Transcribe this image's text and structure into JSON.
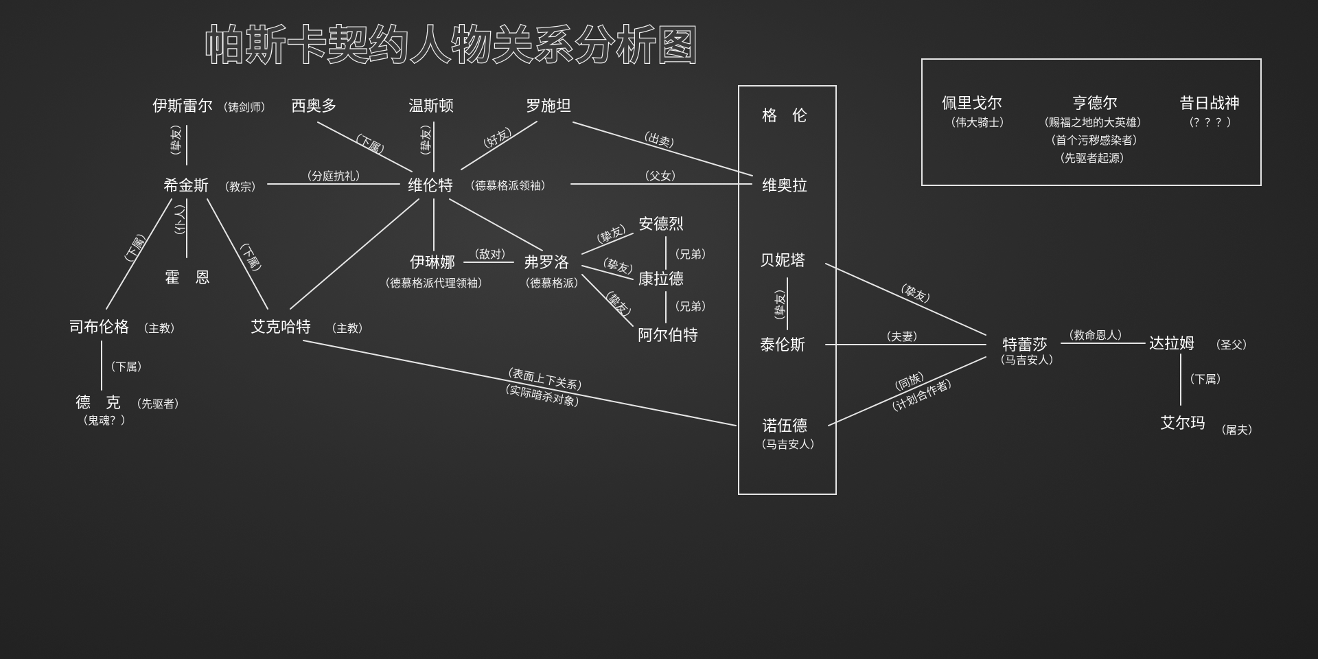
{
  "title": "帕斯卡契约人物关系分析图",
  "characters": {
    "israel": {
      "name": "伊斯雷尔",
      "note": "（铸剑师）"
    },
    "theodore": {
      "name": "西奥多"
    },
    "winston": {
      "name": "温斯顿"
    },
    "roshitan": {
      "name": "罗施坦"
    },
    "hikins": {
      "name": "希金斯",
      "note": "（教宗）"
    },
    "veronte": {
      "name": "维伦特",
      "note": "（德慕格派领袖）"
    },
    "viola": {
      "name": "维奥拉"
    },
    "hoen": {
      "name": "霍　恩"
    },
    "irina": {
      "name": "伊琳娜",
      "note": "（德慕格派代理领袖）"
    },
    "frollo": {
      "name": "弗罗洛",
      "note": "（德慕格派）"
    },
    "andre": {
      "name": "安德烈"
    },
    "conrad": {
      "name": "康拉德"
    },
    "albert": {
      "name": "阿尔伯特"
    },
    "sibronge": {
      "name": "司布伦格",
      "note": "（主教）"
    },
    "ekhart": {
      "name": "艾克哈特",
      "note": "（主教）"
    },
    "deke": {
      "name": "德　克",
      "note": "（先驱者）",
      "note2": "（鬼魂？）"
    },
    "benita": {
      "name": "贝妮塔"
    },
    "terence": {
      "name": "泰伦斯"
    },
    "norwood": {
      "name": "诺伍德",
      "note": "（马吉安人）"
    },
    "theresa": {
      "name": "特蕾莎",
      "note": "（马吉安人）"
    },
    "daram": {
      "name": "达拉姆",
      "note": "（圣父）"
    },
    "elma": {
      "name": "艾尔玛",
      "note": "（屠夫）"
    }
  },
  "groups": {
    "glen": {
      "label": "格　伦"
    }
  },
  "legend": {
    "peregor": {
      "name": "佩里戈尔",
      "note": "（伟大骑士）"
    },
    "hendel": {
      "name": "亨德尔",
      "note1": "（赐福之地的大英雄）",
      "note2": "（首个污秽感染者）",
      "note3": "（先驱者起源）"
    },
    "wargod": {
      "name": "昔日战神",
      "note": "（？？？）"
    }
  },
  "relations": {
    "israel_hikins": "（挚友）",
    "theodore_veronte": "（下属）",
    "winston_veronte": "（挚友）",
    "roshitan_veronte": "（好友）",
    "roshitan_viola": "（出卖）",
    "hikins_veronte": "（分庭抗礼）",
    "veronte_viola": "（父女）",
    "hikins_hoen": "（仆人）",
    "hikins_sibronge": "（下属）",
    "hikins_ekhart": "（下属）",
    "irina_frollo": "（敌对）",
    "frollo_andre": "（挚友）",
    "frollo_conrad": "（挚友）",
    "frollo_albert": "（挚友）",
    "andre_conrad": "（兄弟）",
    "conrad_albert": "（兄弟）",
    "sibronge_deke": "（下属）",
    "ekhart_norwood_1": "（表面上下关系）",
    "ekhart_norwood_2": "（实际暗杀对象）",
    "benita_terence": "（挚友）",
    "benita_theresa": "（挚友）",
    "terence_theresa": "（夫妻）",
    "norwood_theresa_1": "（同族）",
    "norwood_theresa_2": "（计划合作者）",
    "theresa_daram": "（救命恩人）",
    "daram_elma": "（下属）"
  }
}
